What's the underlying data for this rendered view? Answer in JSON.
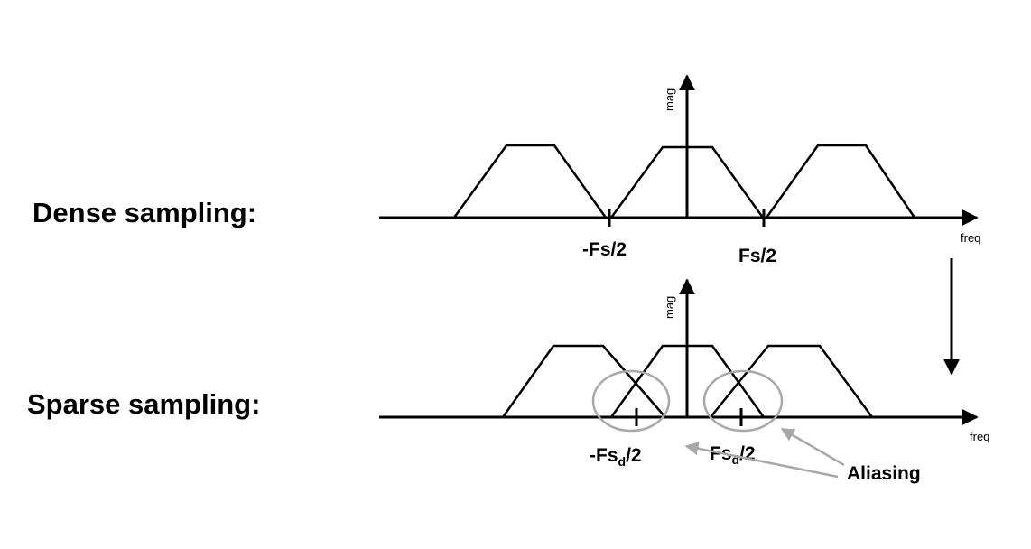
{
  "rows": {
    "dense": {
      "label": "Dense sampling:",
      "y_axis_label": "mag",
      "x_axis_label": "freq",
      "tick_left": "-Fs/2",
      "tick_right": "Fs/2"
    },
    "sparse": {
      "label": "Sparse sampling:",
      "y_axis_label": "mag",
      "x_axis_label": "freq",
      "tick_left_main": "-Fs",
      "tick_left_sub": "d",
      "tick_left_tail": "/2",
      "tick_right_main": "Fs",
      "tick_right_sub": "d",
      "tick_right_tail": "/2",
      "annotation": "Aliasing"
    }
  },
  "colors": {
    "ink": "#000000",
    "annotation": "#a8a8a8",
    "background": "#ffffff"
  }
}
